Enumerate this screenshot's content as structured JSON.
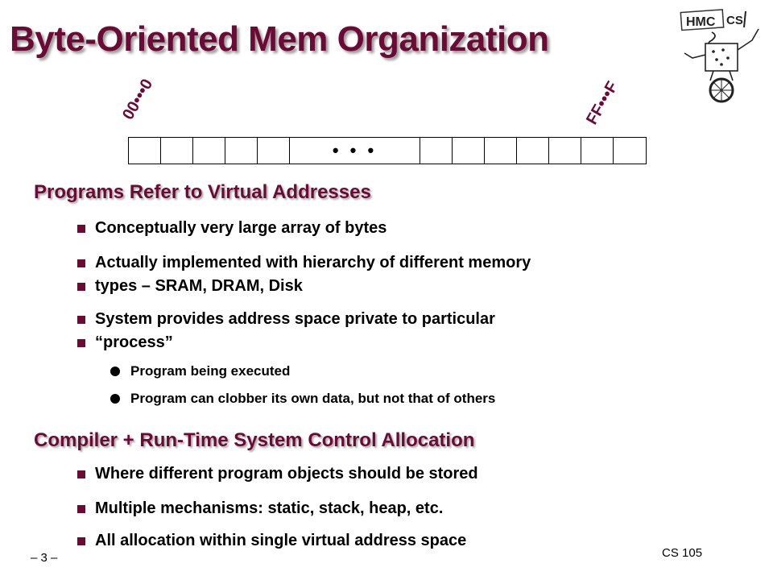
{
  "slide": {
    "title": "Byte-Oriented Mem Organization",
    "memory": {
      "low_address": "00•••0",
      "high_address": "FF•••F",
      "ellipsis": "• • •"
    },
    "section1": {
      "heading": "Programs Refer to Virtual Addresses",
      "bullets": [
        "Conceptually very large array of bytes",
        "Actually implemented with hierarchy of different memory",
        "types – SRAM, DRAM, Disk",
        "System provides address space private to particular",
        "“process”"
      ],
      "sub_bullets": [
        "Program being executed",
        "Program can clobber its own data, but not that of others"
      ]
    },
    "section2": {
      "heading": "Compiler + Run-Time System Control Allocation",
      "bullets": [
        "Where different program objects should be stored",
        "Multiple mechanisms: static, stack, heap, etc.",
        "All allocation within single virtual address space"
      ]
    },
    "footer": {
      "page": "– 3 –",
      "course": "CS 105"
    },
    "logo_text": "HMC CS",
    "colors": {
      "accent": "#6b0a34"
    },
    "icons": [
      "hmc-cs-robot-logo"
    ]
  }
}
